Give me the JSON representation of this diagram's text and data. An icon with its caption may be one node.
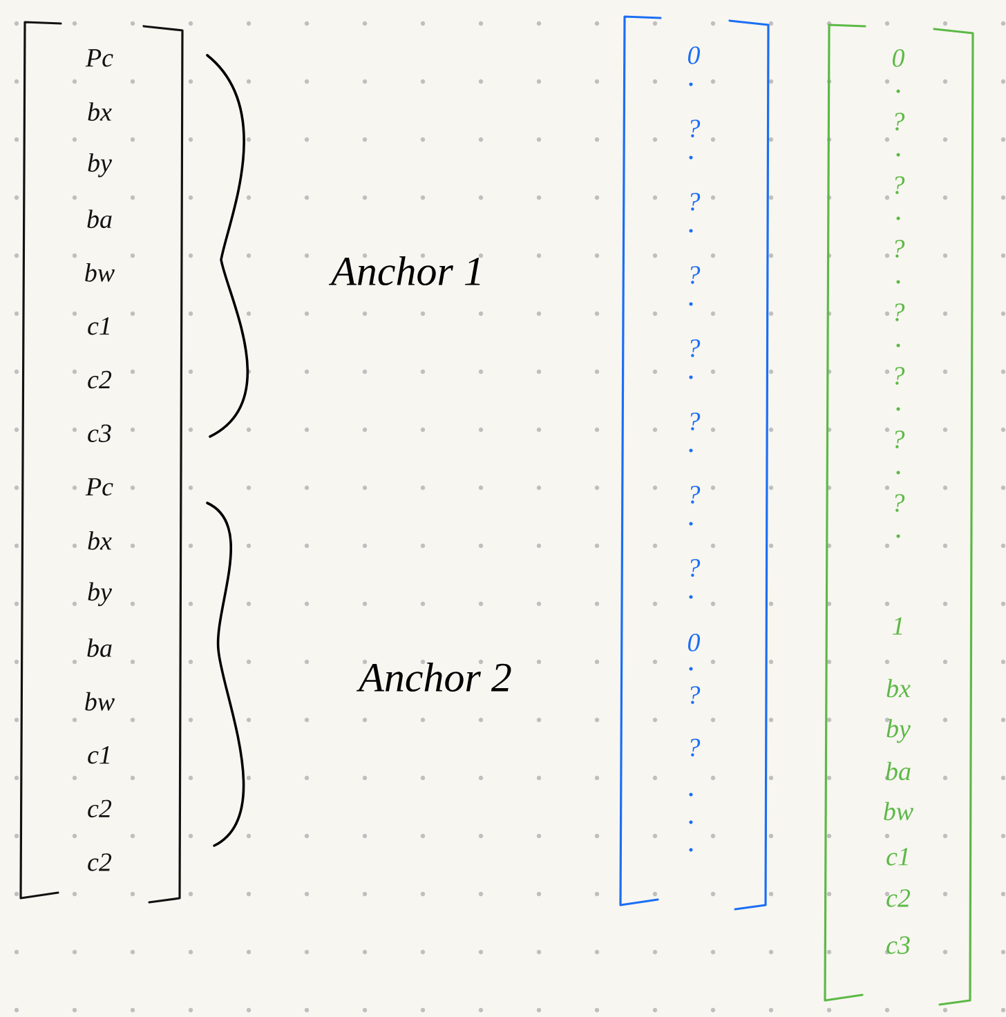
{
  "diagram": {
    "nodes": [
      {
        "text": [
          "Pc",
          "bx",
          "by",
          "ba",
          "bw",
          "c1",
          "c2",
          "c3",
          "Pc",
          "bx",
          "by",
          "ba",
          "bw",
          "c1",
          "c2",
          "c2"
        ]
      },
      {
        "text": [
          "0",
          "?",
          "?",
          "?",
          "?",
          "?",
          "?",
          "?",
          "0",
          "?",
          "?"
        ]
      },
      {
        "text": [
          "0",
          "?",
          "?",
          "?",
          "?",
          "?",
          "?",
          "?",
          "1",
          "bx",
          "by",
          "ba",
          "bw",
          "c1",
          "c2",
          "c3"
        ]
      }
    ],
    "labels": [
      "Anchor 1",
      "Anchor 2"
    ]
  }
}
